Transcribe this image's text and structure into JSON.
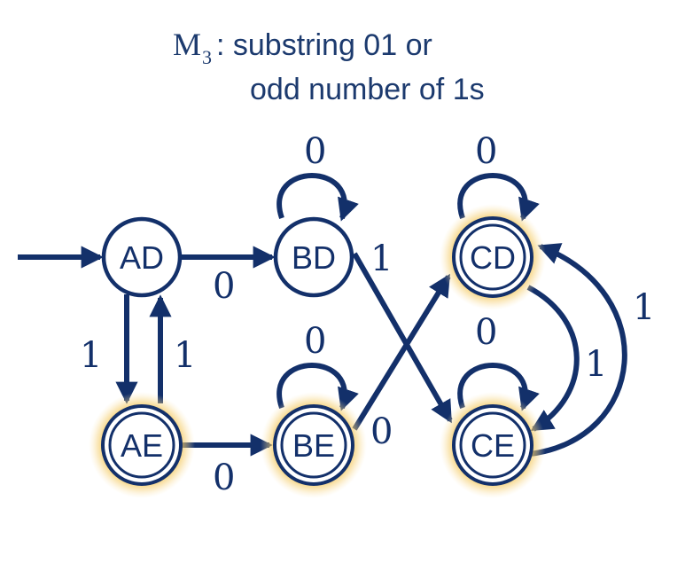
{
  "title": {
    "machine": "M",
    "subscript": "3",
    "line1": ": substring 01 or",
    "line2": "odd number of 1s"
  },
  "colors": {
    "ink": "#13306a",
    "glow": "#f3c24a",
    "fill": "#ffffff"
  },
  "states": [
    {
      "id": "AD",
      "label": "AD",
      "accepting": false,
      "start": true
    },
    {
      "id": "BD",
      "label": "BD",
      "accepting": false,
      "start": false
    },
    {
      "id": "CD",
      "label": "CD",
      "accepting": true,
      "start": false
    },
    {
      "id": "AE",
      "label": "AE",
      "accepting": true,
      "start": false
    },
    {
      "id": "BE",
      "label": "BE",
      "accepting": true,
      "start": false
    },
    {
      "id": "CE",
      "label": "CE",
      "accepting": true,
      "start": false
    }
  ],
  "transitions": [
    {
      "from": "AD",
      "to": "BD",
      "symbol": "0"
    },
    {
      "from": "AD",
      "to": "AE",
      "symbol": "1"
    },
    {
      "from": "AE",
      "to": "AD",
      "symbol": "1"
    },
    {
      "from": "AE",
      "to": "BE",
      "symbol": "0"
    },
    {
      "from": "BD",
      "to": "BD",
      "symbol": "0"
    },
    {
      "from": "BD",
      "to": "CE",
      "symbol": "1"
    },
    {
      "from": "BE",
      "to": "BE",
      "symbol": "0"
    },
    {
      "from": "BE",
      "to": "CD",
      "symbol": "0"
    },
    {
      "from": "CD",
      "to": "CD",
      "symbol": "0"
    },
    {
      "from": "CD",
      "to": "CE",
      "symbol": "1"
    },
    {
      "from": "CE",
      "to": "CE",
      "symbol": "0"
    },
    {
      "from": "CE",
      "to": "CD",
      "symbol": "1"
    }
  ]
}
